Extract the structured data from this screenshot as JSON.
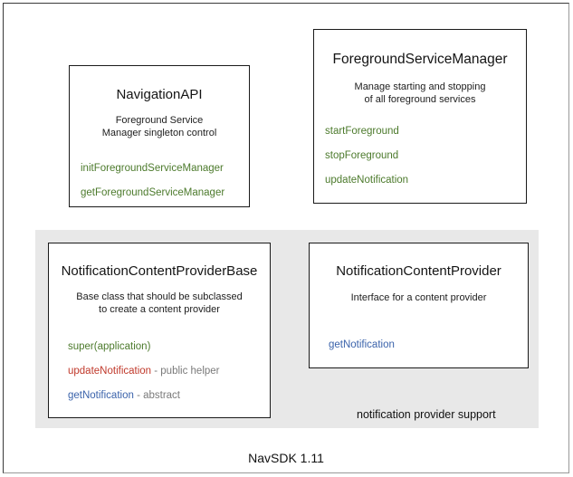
{
  "diagram": {
    "footer_caption": "NavSDK 1.11",
    "group": {
      "label": "notification provider support"
    },
    "colors": {
      "method_green": "#4c7a2c",
      "method_red": "#c0392b",
      "method_blue": "#3b63ab",
      "annotation_gray": "#7a7a7a",
      "panel_background": "#e8e8e8",
      "box_border": "#1a1a1a"
    },
    "boxes": [
      {
        "title": "NavigationAPI",
        "desc_line1": "Foreground Service",
        "desc_line2": "Manager singleton control",
        "methods": [
          {
            "name": "initForegroundServiceManager",
            "color": "green",
            "note": ""
          },
          {
            "name": "getForegroundServiceManager",
            "color": "green",
            "note": ""
          }
        ]
      },
      {
        "title": "ForegroundServiceManager",
        "desc_line1": "Manage starting and stopping",
        "desc_line2": "of all foreground services",
        "methods": [
          {
            "name": "startForeground",
            "color": "green",
            "note": ""
          },
          {
            "name": "stopForeground",
            "color": "green",
            "note": ""
          },
          {
            "name": "updateNotification",
            "color": "green",
            "note": ""
          }
        ]
      },
      {
        "title": "NotificationContentProviderBase",
        "desc_line1": "Base class that should be subclassed",
        "desc_line2": "to create a content provider",
        "methods": [
          {
            "name": "super(application)",
            "color": "green",
            "note": ""
          },
          {
            "name": "updateNotification",
            "color": "red",
            "note": " - public helper"
          },
          {
            "name": "getNotification",
            "color": "blue",
            "note": " - abstract"
          }
        ]
      },
      {
        "title": "NotificationContentProvider",
        "desc_line1": "Interface for a content provider",
        "desc_line2": "",
        "methods": [
          {
            "name": "getNotification",
            "color": "blue",
            "note": ""
          }
        ]
      }
    ]
  }
}
